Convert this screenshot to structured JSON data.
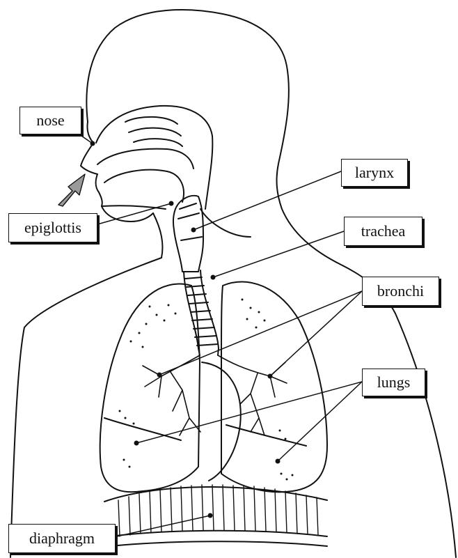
{
  "title": "",
  "labels": {
    "nose": "nose",
    "epiglottis": "epiglottis",
    "larynx": "larynx",
    "trachea": "trachea",
    "bronchi": "bronchi",
    "lungs": "lungs",
    "diaphragm": "diaphragm"
  },
  "colors": {
    "ink": "#111111",
    "paper": "#ffffff",
    "arrow_fill": "#9a9a9a"
  }
}
